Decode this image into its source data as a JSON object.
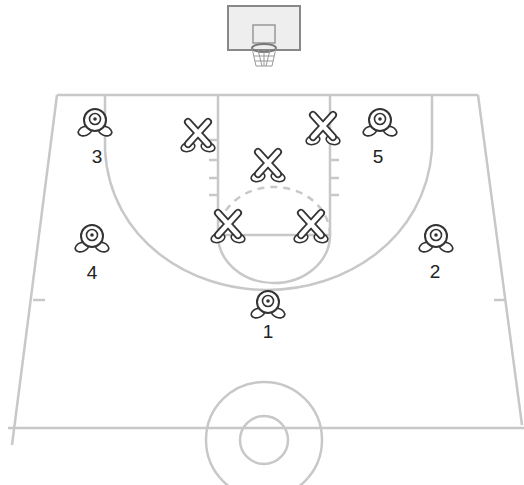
{
  "diagram": {
    "labels": [
      "3",
      "5",
      "4",
      "2",
      "1"
    ]
  }
}
